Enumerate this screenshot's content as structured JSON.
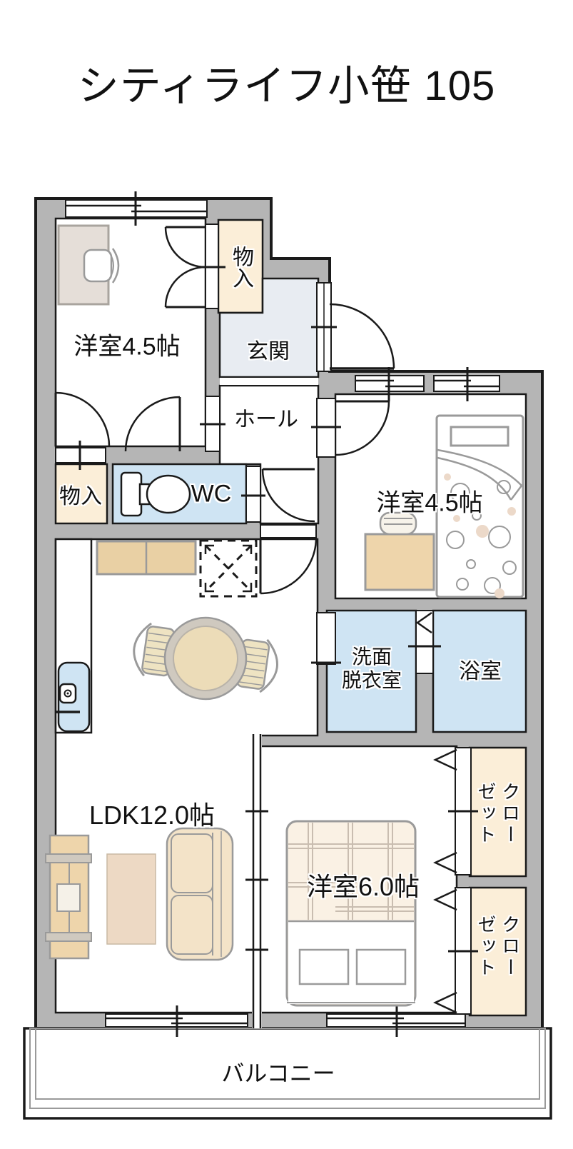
{
  "title": "シティライフ小笹 105",
  "rooms": {
    "bedroom_nw": {
      "label": "洋室4.5帖"
    },
    "storage_top": {
      "label": "物入"
    },
    "entrance": {
      "label": "玄関"
    },
    "hall": {
      "label": "ホール"
    },
    "wc": {
      "label": "WC"
    },
    "storage_left": {
      "label": "物入"
    },
    "bedroom_ne": {
      "label": "洋室4.5帖"
    },
    "washroom": {
      "label": "洗面\n脱衣室"
    },
    "bath": {
      "label": "浴室"
    },
    "ldk": {
      "label": "LDK12.0帖"
    },
    "bedroom_s": {
      "label": "洋室6.0帖"
    },
    "closet_upper": {
      "label": "クローゼット"
    },
    "closet_lower": {
      "label": "クローゼット"
    },
    "balcony": {
      "label": "バルコニー"
    }
  },
  "colors": {
    "wall": "#b5b5b5",
    "outline": "#1a1a1a",
    "water_room": "#cfe4f3",
    "storage": "#fbeed8",
    "entrance_floor": "#e8ecf2",
    "wood_furniture": "#eed5ab",
    "fabric": "#f3e3c8",
    "background": "#ffffff"
  }
}
